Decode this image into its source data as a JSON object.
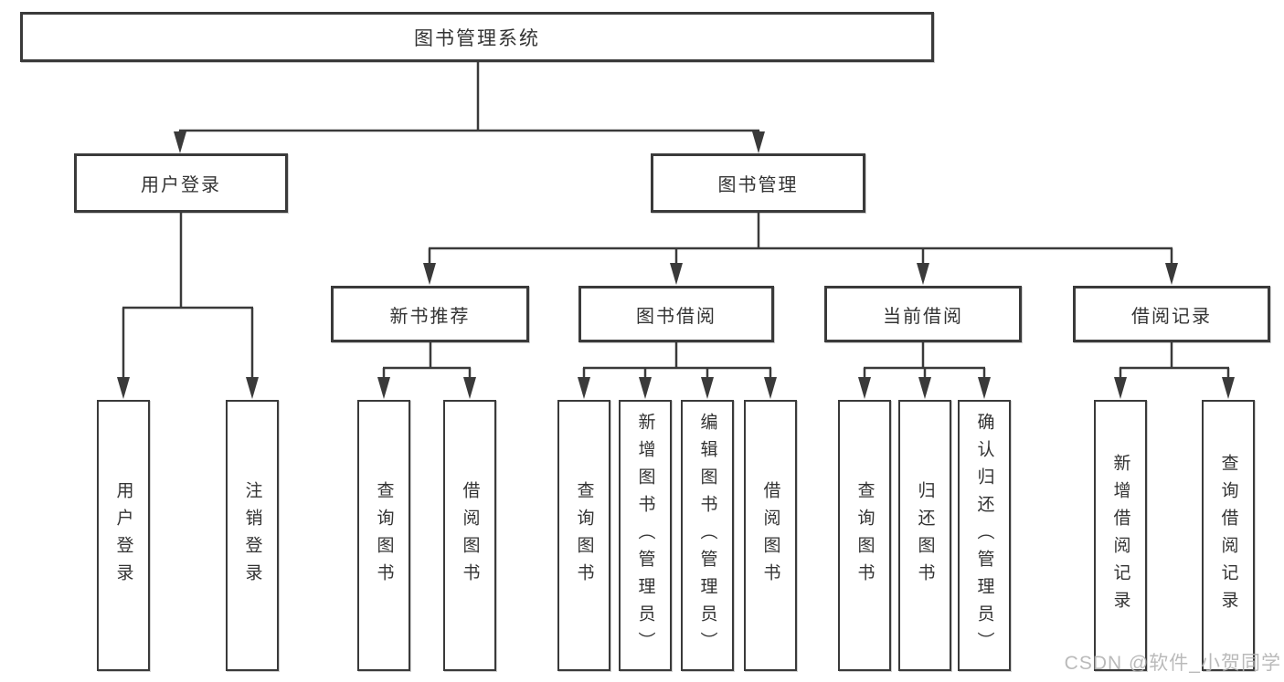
{
  "title": "图书管理系统",
  "watermark": "CSDN @软件_小贺同学",
  "colors": {
    "line": "#3a3a3a",
    "text": "#333333",
    "box_fill": "#ffffff",
    "watermark": "#b3b3b3"
  },
  "tree": {
    "root": "图书管理系统",
    "children": [
      {
        "label": "用户登录",
        "children": [
          "用户登录",
          "注销登录"
        ]
      },
      {
        "label": "图书管理",
        "children": [
          {
            "label": "新书推荐",
            "children": [
              "查询图书",
              "借阅图书"
            ]
          },
          {
            "label": "图书借阅",
            "children": [
              "查询图书",
              "新增图书（管理员）",
              "编辑图书（管理员）",
              "借阅图书"
            ]
          },
          {
            "label": "当前借阅",
            "children": [
              "查询图书",
              "归还图书",
              "确认归还（管理员）"
            ]
          },
          {
            "label": "借阅记录",
            "children": [
              "新增借阅记录",
              "查询借阅记录"
            ]
          }
        ]
      }
    ]
  }
}
